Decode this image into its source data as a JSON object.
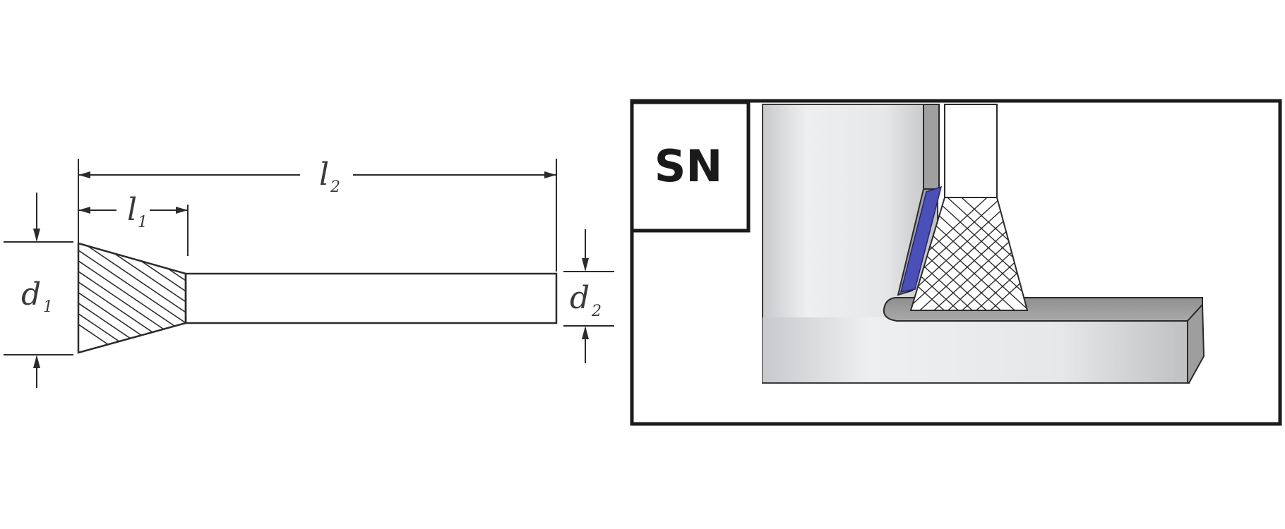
{
  "drawing": {
    "labels": {
      "l2": {
        "letter": "l",
        "sub": "2"
      },
      "l1": {
        "letter": "l",
        "sub": "1"
      },
      "d1": {
        "letter": "d",
        "sub": "1"
      },
      "d2": {
        "letter": "d",
        "sub": "2"
      }
    }
  },
  "application": {
    "code": "SN"
  },
  "colors": {
    "line": "#2b2b2b",
    "frame": "#1a1a1a",
    "blue_edge": "#4b4fb8",
    "workpiece_light": "#e9eaec",
    "workpiece_mid": "#c9cacc",
    "workpiece_dark": "#9a9a9a"
  }
}
